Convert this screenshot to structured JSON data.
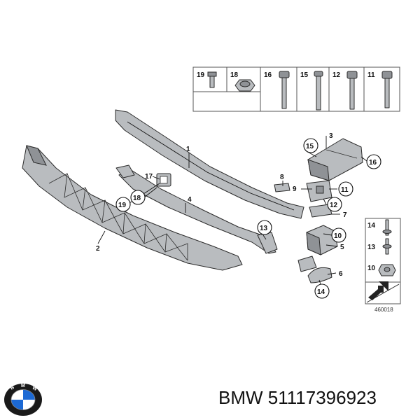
{
  "hardware_row": [
    "19",
    "18",
    "16",
    "15",
    "12",
    "11"
  ],
  "side_box": [
    "14",
    "13",
    "10"
  ],
  "diagram_code": "460018",
  "callouts": {
    "p1": "1",
    "p2": "2",
    "p3": "3",
    "p4": "4",
    "p5": "5",
    "p6": "6",
    "p7": "7",
    "p8": "8",
    "p9": "9",
    "p10": "10",
    "p11": "11",
    "p12": "12",
    "p13": "13",
    "p14": "14",
    "p15": "15",
    "p16": "16",
    "p17": "17",
    "p18": "18",
    "p19": "19"
  },
  "footer": {
    "brand": "BMW",
    "part_number": "51117396923"
  },
  "colors": {
    "part_fill": "#b9bcbf",
    "logo_blue": "#1c69d4"
  }
}
